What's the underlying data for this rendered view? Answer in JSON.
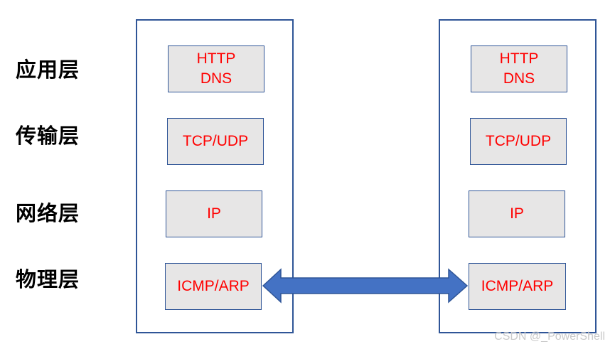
{
  "layers": [
    {
      "name": "应用层",
      "protocols": [
        "HTTP",
        "DNS"
      ]
    },
    {
      "name": "传输层",
      "protocols": [
        "TCP/UDP"
      ]
    },
    {
      "name": "网络层",
      "protocols": [
        "IP"
      ]
    },
    {
      "name": "物理层",
      "protocols": [
        "ICMP/ARP"
      ]
    }
  ],
  "left_stack": {
    "app": {
      "line1": "HTTP",
      "line2": "DNS"
    },
    "transport": {
      "line1": "TCP/UDP"
    },
    "network": {
      "line1": "IP"
    },
    "physical": {
      "line1": "ICMP/ARP"
    }
  },
  "right_stack": {
    "app": {
      "line1": "HTTP",
      "line2": "DNS"
    },
    "transport": {
      "line1": "TCP/UDP"
    },
    "network": {
      "line1": "IP"
    },
    "physical": {
      "line1": "ICMP/ARP"
    }
  },
  "watermark": "CSDN @_PowerShell",
  "colors": {
    "stack_border": "#2f5597",
    "box_fill": "#e7e6e6",
    "protocol_text": "#ff0000",
    "arrow_fill": "#4472c4"
  }
}
